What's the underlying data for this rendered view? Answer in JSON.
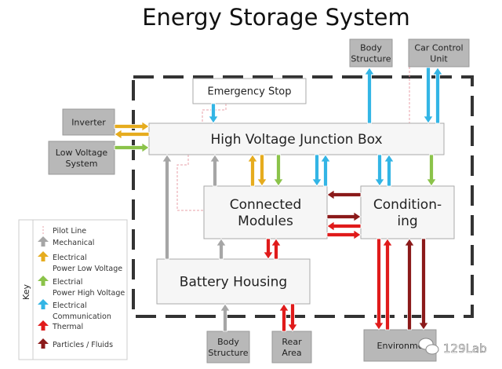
{
  "title": "Energy Storage System",
  "blocks": {
    "body_structure_top": [
      "Body",
      "Structure"
    ],
    "car_control_unit": [
      "Car Control",
      "Unit"
    ],
    "emergency_stop": "Emergency Stop",
    "inverter": "Inverter",
    "low_voltage_system": [
      "Low Voltage",
      "System"
    ],
    "hv_junction_box": "High Voltage Junction Box",
    "connected_modules": [
      "Connected",
      "Modules"
    ],
    "conditioning": [
      "Condition-",
      "ing"
    ],
    "battery_housing": "Battery Housing",
    "body_structure_bottom": [
      "Body",
      "Structure"
    ],
    "rear_area": [
      "Rear",
      "Area"
    ],
    "environment": "Environme"
  },
  "key": {
    "title": "Key",
    "items": [
      {
        "label": [
          "Pilot Line"
        ],
        "type": "pilot",
        "color": "#e8a0a8"
      },
      {
        "label": [
          "Mechanical"
        ],
        "type": "mechanical",
        "color": "#a6a6a6"
      },
      {
        "label": [
          "Electrical",
          "Power Low Voltage"
        ],
        "type": "lv",
        "color": "#e6ac1e"
      },
      {
        "label": [
          "Electrial",
          "Power High Voltage"
        ],
        "type": "hv",
        "color": "#8bc34a"
      },
      {
        "label": [
          "Electrical",
          "Communication"
        ],
        "type": "comm",
        "color": "#33b5e5"
      },
      {
        "label": [
          "Thermal"
        ],
        "type": "thermal",
        "color": "#e01b1b"
      },
      {
        "label": [
          "Particles / Fluids"
        ],
        "type": "fluids",
        "color": "#8b1a1a"
      }
    ]
  },
  "watermark": "129Lab"
}
